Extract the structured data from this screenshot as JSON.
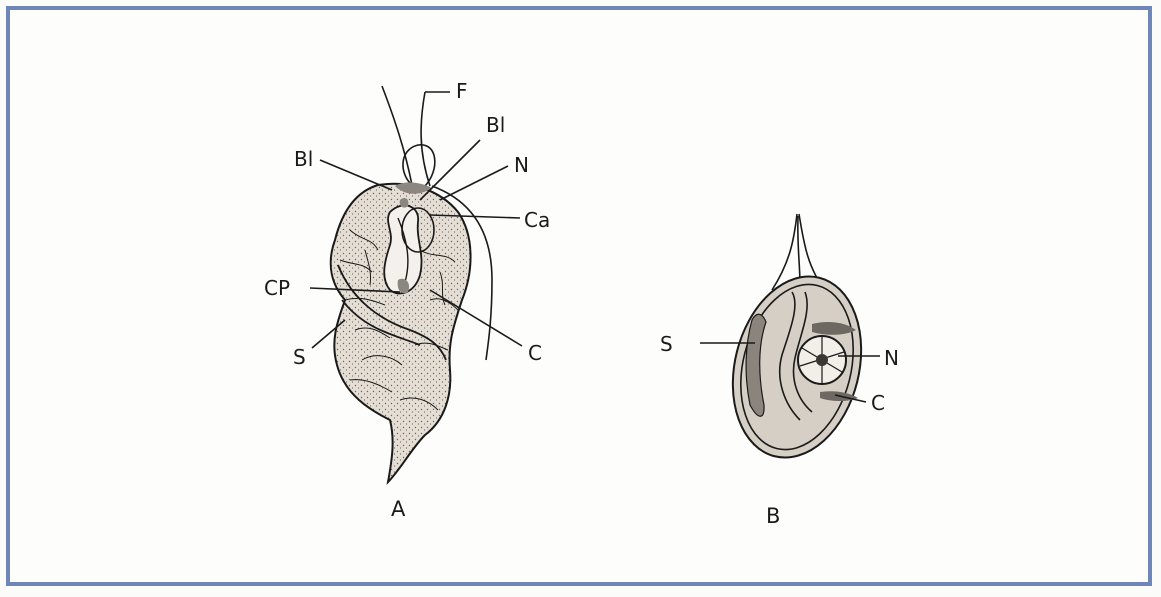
{
  "figure": {
    "cell_a": {
      "caption": "A",
      "labels": {
        "F": "F",
        "Bl_left": "Bl",
        "Bl_right": "Bl",
        "N": "N",
        "Ca": "Ca",
        "CP": "CP",
        "C": "C",
        "S": "S"
      }
    },
    "cell_b": {
      "caption": "B",
      "labels": {
        "S": "S",
        "N": "N",
        "C": "C"
      }
    }
  },
  "colors": {
    "border": "#6e87b8",
    "ink": "#1a1a1a",
    "cell_fill": "#d9d2c8",
    "shade": "#8c8680"
  }
}
